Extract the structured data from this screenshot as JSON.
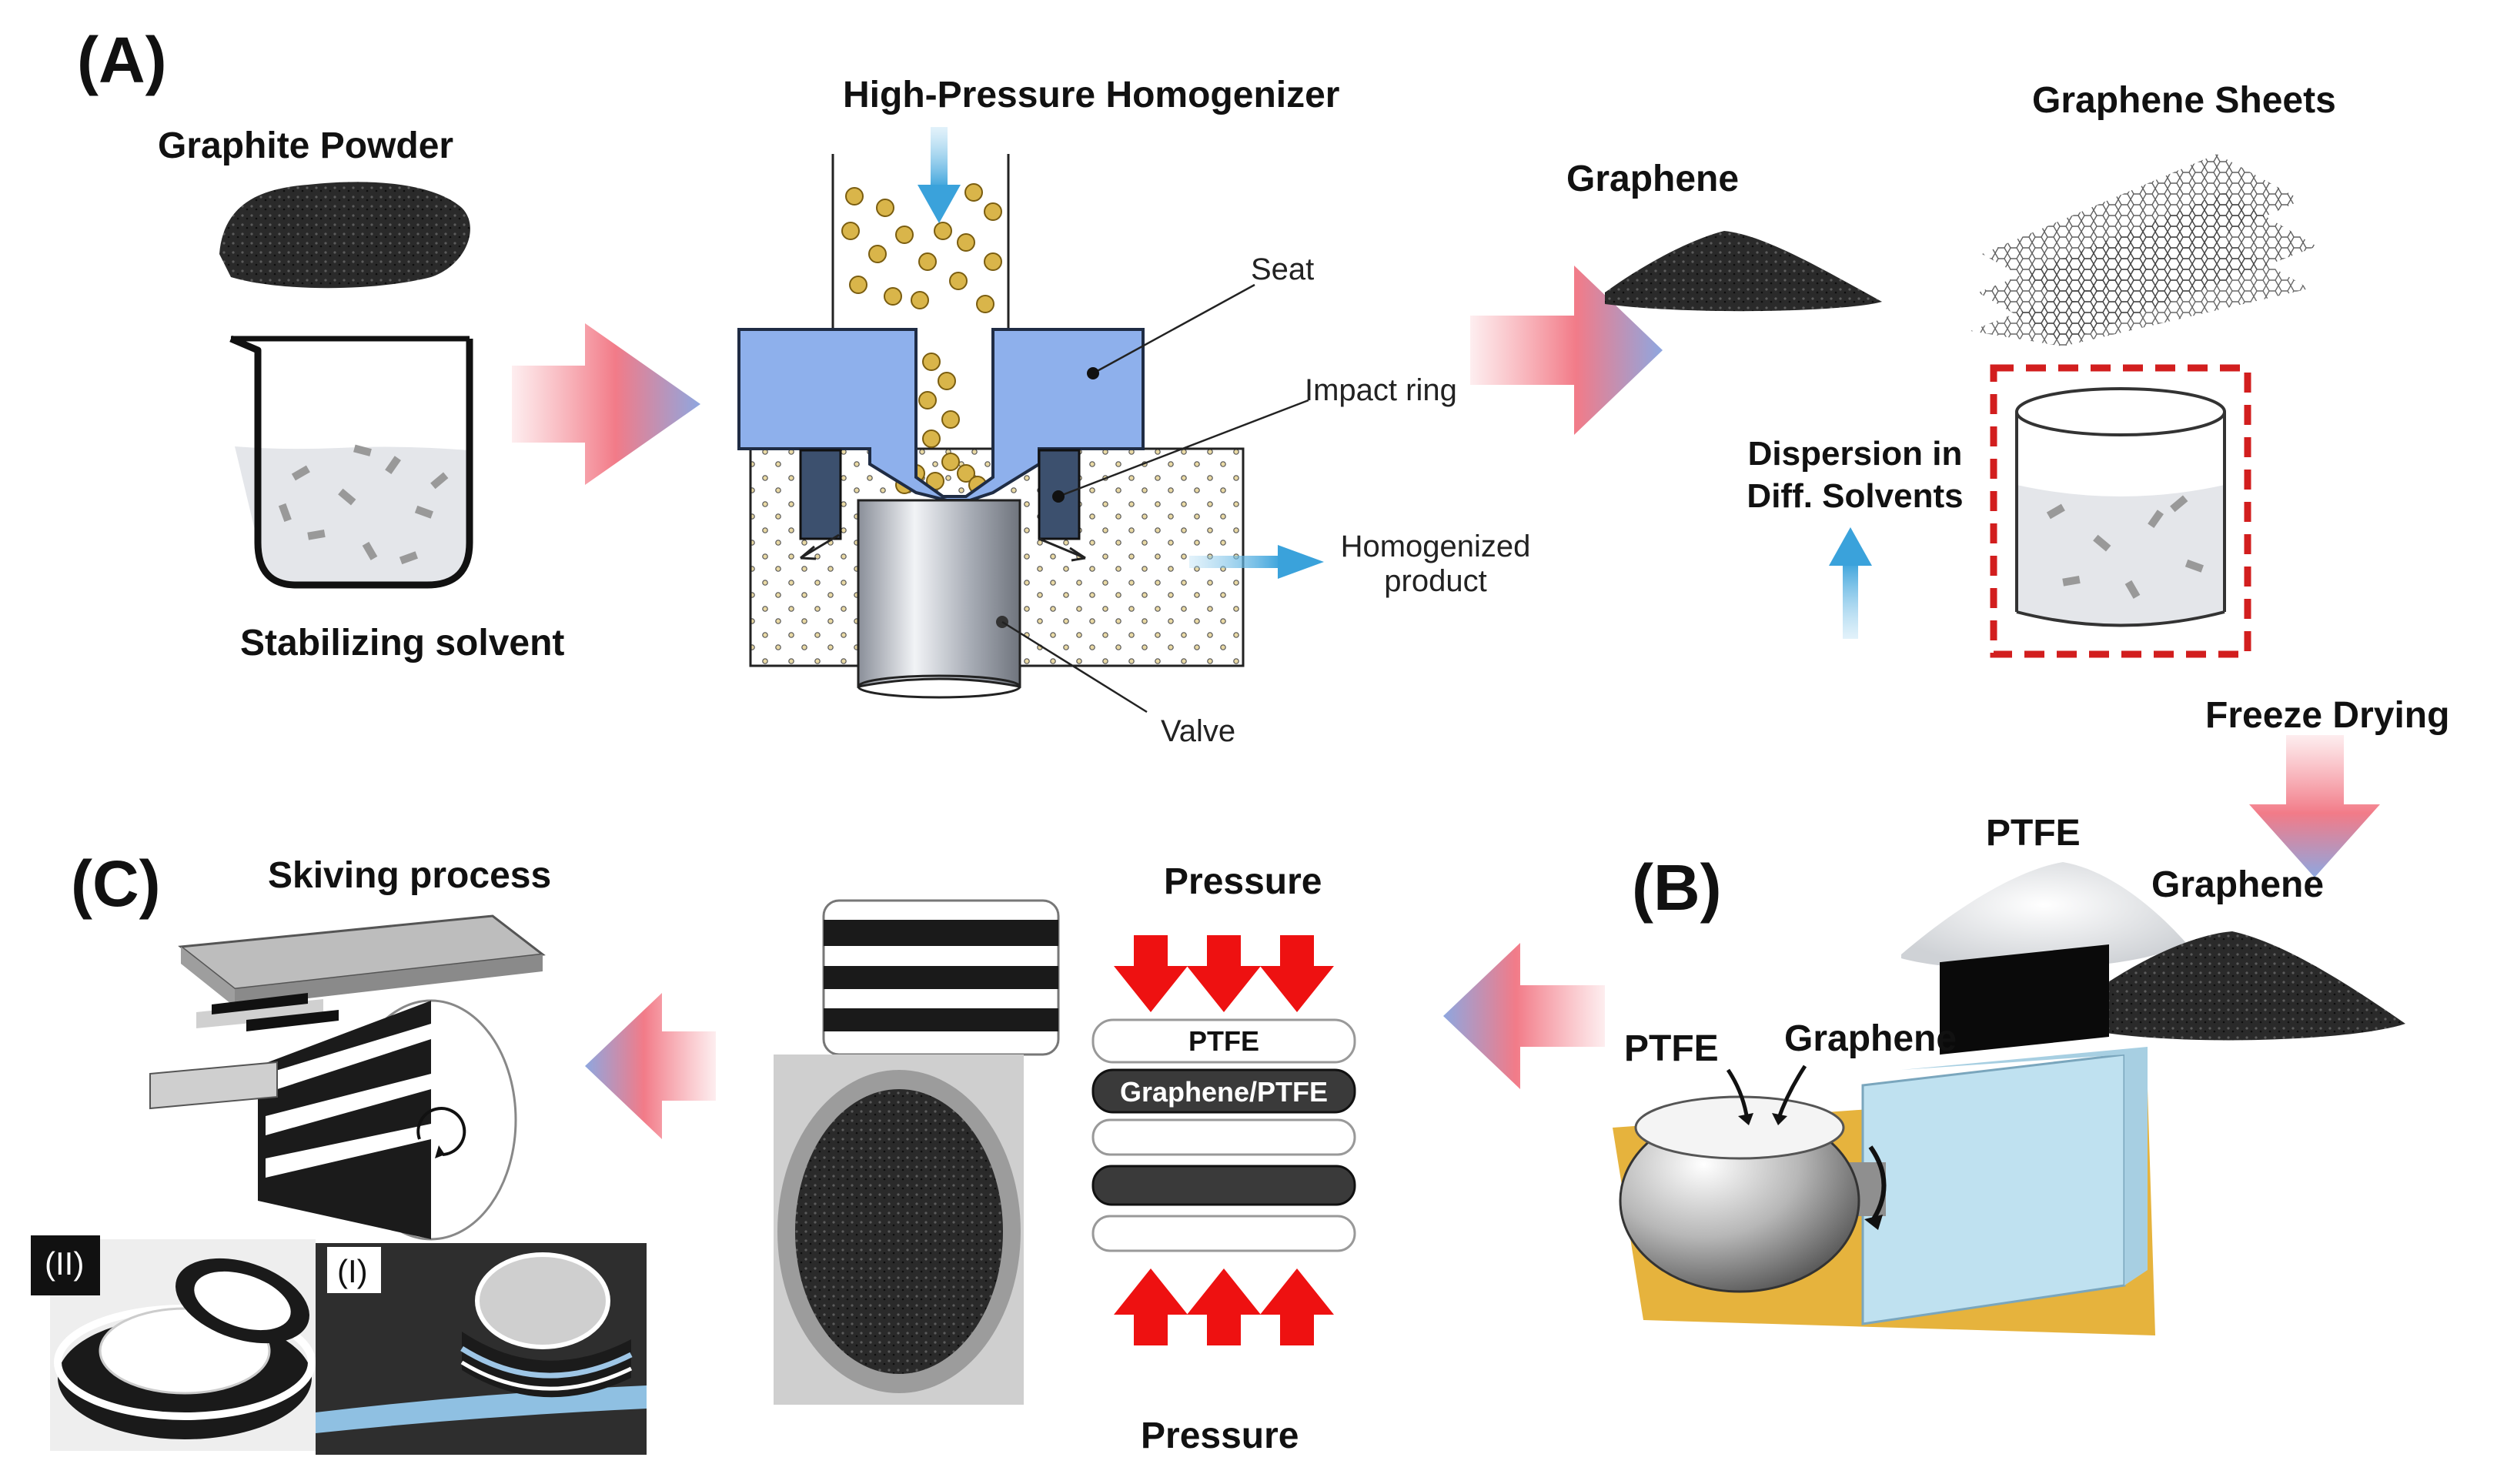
{
  "panels": {
    "a": "(A)",
    "b": "(B)",
    "c": "(C)"
  },
  "labels": {
    "graphite_powder": "Graphite Powder",
    "stabilizing_solvent": "Stabilizing solvent",
    "hph_title": "High-Pressure Homogenizer",
    "seat": "Seat",
    "impact_ring": "Impact ring",
    "homogenized_product_1": "Homogenized",
    "homogenized_product_2": "product",
    "valve": "Valve",
    "graphene": "Graphene",
    "graphene_sheets": "Graphene Sheets",
    "dispersion_1": "Dispersion in",
    "dispersion_2": "Diff. Solvents",
    "freeze_drying": "Freeze Drying",
    "ptfe_powder": "PTFE",
    "graphene_powder": "Graphene",
    "mill_ptfe": "PTFE",
    "mill_graphene": "Graphene",
    "pressure_top": "Pressure",
    "pressure_bottom": "Pressure",
    "layer_ptfe": "PTFE",
    "layer_graphene_ptfe": "Graphene/PTFE",
    "skiving_process": "Skiving process",
    "photo_ii": "(II)",
    "photo_i": "(I)"
  },
  "colors": {
    "arrow_pink": "#f58c96",
    "arrow_blue": "#8ea7e0",
    "seat_blue": "#8eb0ec",
    "impact_dark": "#3c506e",
    "flow_blue": "#3aa2db",
    "bead_gold": "#d9b54a",
    "dash_red": "#d21e1e",
    "press_red": "#ee1111",
    "mill_base": "#e6b33d",
    "mill_box": "#bfe1f0"
  }
}
